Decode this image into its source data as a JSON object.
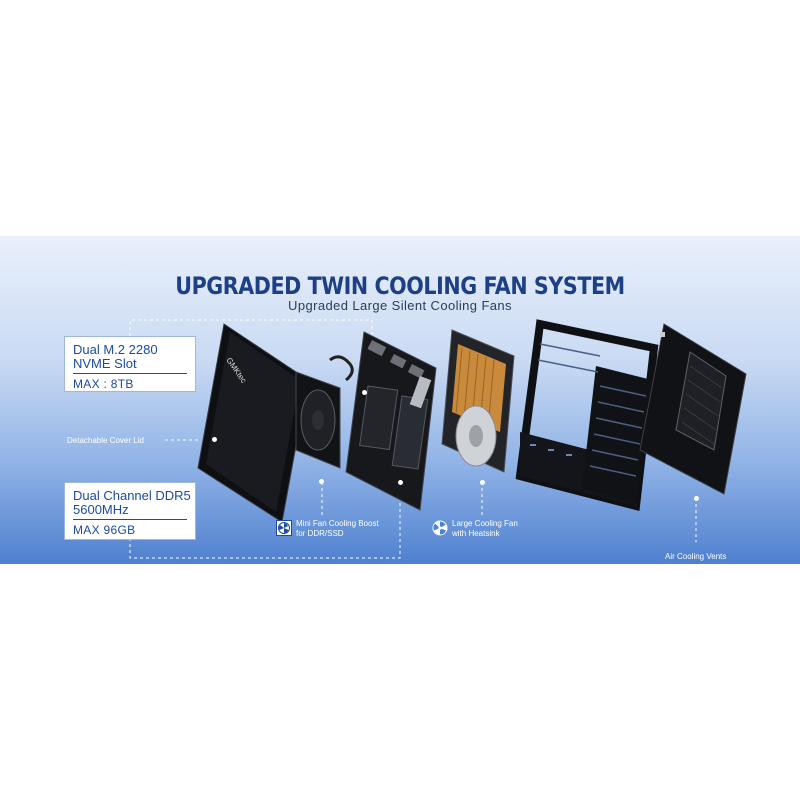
{
  "heading": {
    "title": "UPGRADED TWIN COOLING FAN SYSTEM",
    "subtitle": "Upgraded Large Silent Cooling Fans"
  },
  "spec_boxes": [
    {
      "line1": "Dual M.2 2280",
      "line2": "NVME Slot",
      "max": "MAX : 8TB"
    },
    {
      "line1": "Dual Channel DDR5",
      "line2": "5600MHz",
      "max": "MAX 96GB"
    }
  ],
  "labels": {
    "cover_lid": "Detachable Cover Lid",
    "mini_fan_line1": "Mini Fan Cooling Boost",
    "mini_fan_line2": "for DDR/SSD",
    "large_fan_line1": "Large Cooling Fan",
    "large_fan_line2": "with Heatsink",
    "air_vents": "Air Cooling Vents",
    "logo_text": "GMKtec"
  },
  "icons": {
    "mini_fan": "fan-icon",
    "large_fan": "fan-icon"
  },
  "colors": {
    "title": "#1d3f86",
    "spec_text": "#1b4ba2",
    "banner_top": "#e9f0fb",
    "banner_bottom": "#4f80cf",
    "heatsink_gold": "#c98a3c"
  }
}
